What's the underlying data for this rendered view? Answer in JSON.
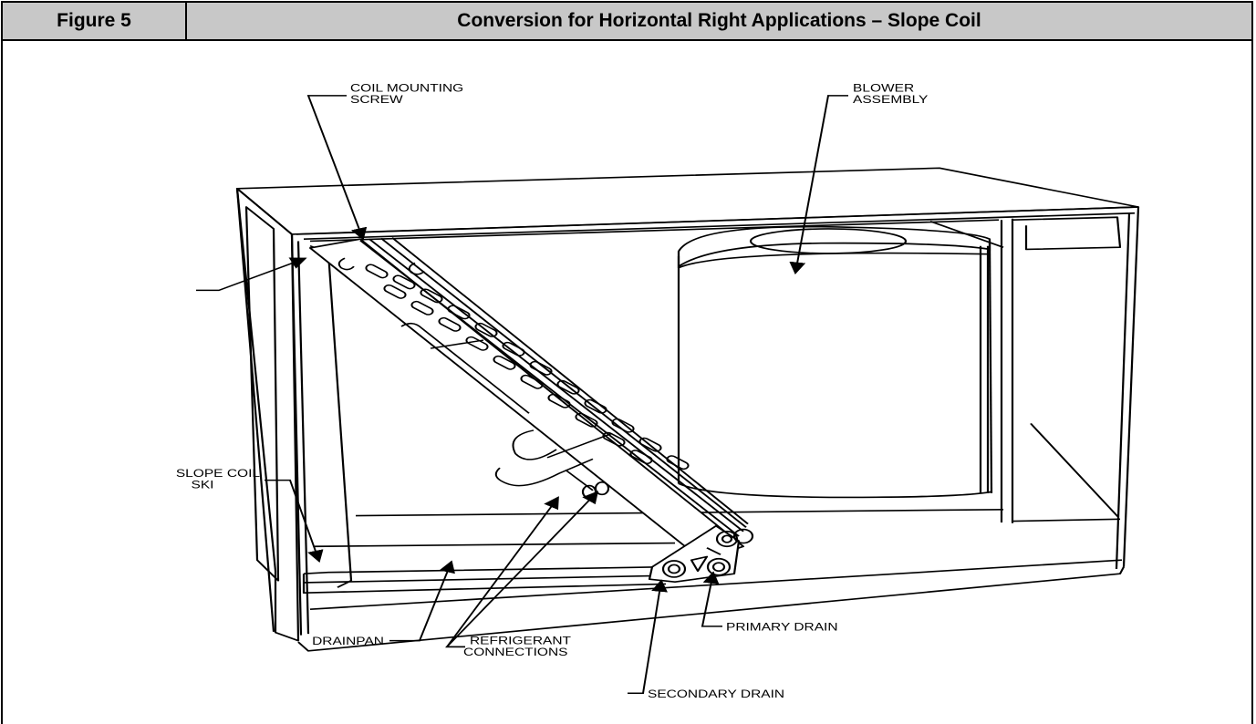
{
  "header": {
    "figure_number": "Figure 5",
    "title": "Conversion for Horizontal Right Applications – Slope Coil"
  },
  "labels": {
    "coil_mounting_screw": [
      "COIL MOUNTING",
      "SCREW"
    ],
    "blower_assembly": [
      "BLOWER",
      "ASSEMBLY"
    ],
    "slope_coil_ski": [
      "SLOPE COIL",
      "SKI"
    ],
    "drainpan": "DRAINPAN",
    "refrigerant_connections": [
      "REFRIGERANT",
      "CONNECTIONS"
    ],
    "primary_drain": "PRIMARY DRAIN",
    "secondary_drain": "SECONDARY DRAIN"
  },
  "colors": {
    "header_bg": "#c8c8c8",
    "line": "#000000"
  }
}
